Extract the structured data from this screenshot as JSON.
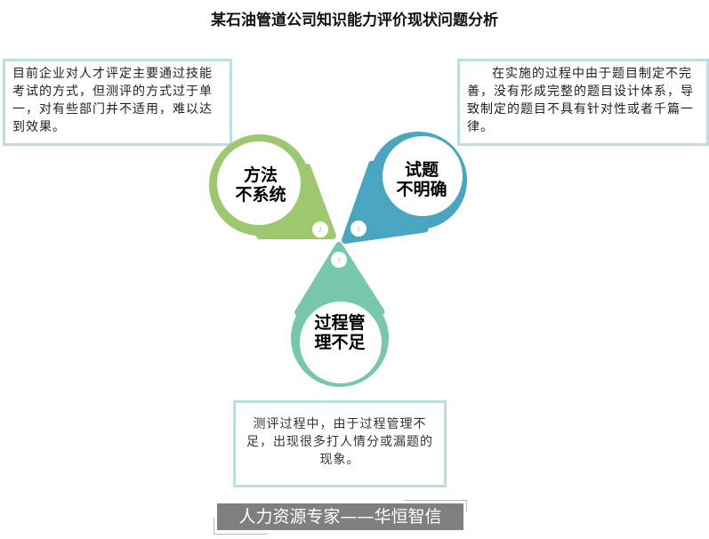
{
  "title": "某石油管道公司知识能力评价现状问题分析",
  "boxes": {
    "method": "目前企业对人才评定主要通过技能考试的方式，但测评的方式过于单一，对有些部门并不适用，难以达到效果。",
    "questions": "在实施的过程中由于题目制定不完善，没有形成完整的题目设计体系，导致制定的题目不具有针对性或者千篇一律。",
    "process": "测评过程中，由于过程管理不足，出现很多打人情分或漏题的现象。"
  },
  "pins": [
    {
      "number": "1",
      "line1": "试题",
      "line2": "不明确",
      "color": "#4aa5c0"
    },
    {
      "number": "2",
      "line1": "方法",
      "line2": "不系统",
      "color": "#9dc86f"
    },
    {
      "number": "3",
      "line1": "过程管",
      "line2": "理不足",
      "color": "#77c6ae"
    }
  ],
  "footer": "人力资源专家——华恒智信"
}
